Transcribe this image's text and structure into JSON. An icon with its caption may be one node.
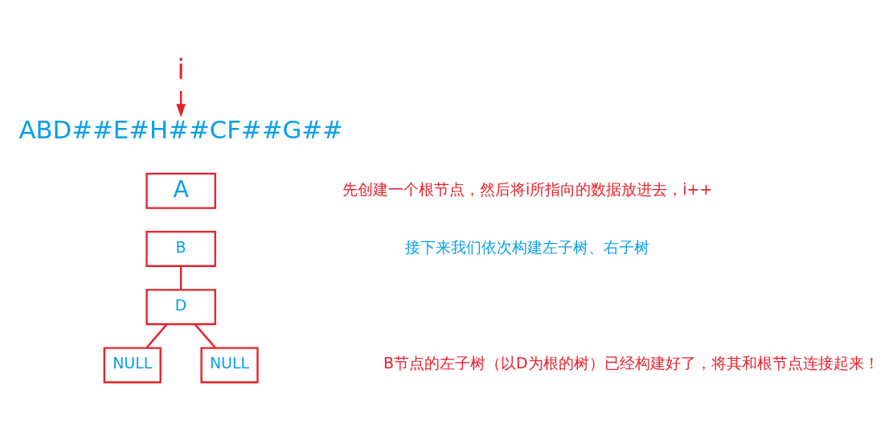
{
  "diagram": {
    "nodes": [
      {
        "text": [
          "i"
        ]
      },
      {
        "text": [
          "ABD##E#H##CF##G##"
        ]
      },
      {
        "text": [
          "A"
        ]
      },
      {
        "text": [
          "B"
        ]
      },
      {
        "text": [
          "D"
        ]
      },
      {
        "text": [
          "NULL"
        ]
      },
      {
        "text": [
          "NULL"
        ]
      }
    ],
    "edges": [
      {
        "from": 0,
        "to": 1,
        "arrow": "to"
      },
      {
        "from": 3,
        "to": 4,
        "arrow": "none"
      },
      {
        "from": 4,
        "to": 5,
        "arrow": "none"
      },
      {
        "from": 4,
        "to": 6,
        "arrow": "none"
      }
    ],
    "labels": [
      "先创建一个根节点，然后将i所指向的数据放进去，i++",
      "接下来我们依次构建左子树、右子树",
      "B节点的左子树（以D为根的树）已经构建好了，将其和根节点连接起来！"
    ]
  }
}
